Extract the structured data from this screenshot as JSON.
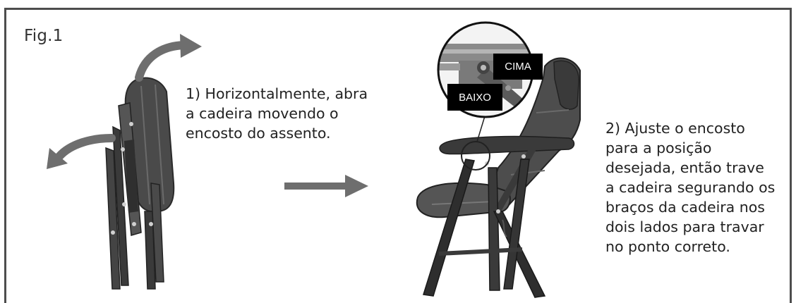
{
  "figure": {
    "label": "Fig.1"
  },
  "steps": [
    {
      "text": "1) Horizontalmente, abra\na cadeira movendo o\nencosto do assento."
    },
    {
      "text": "2) Ajuste o encosto\npara a posição\ndesejada, então trave\na cadeira segurando os\nbraços da cadeira nos\ndois lados para travar\nno ponto correto."
    }
  ],
  "callouts": {
    "up_label": "CIMA",
    "down_label": "BAIXO"
  },
  "colors": {
    "frame": "#4d4d4d",
    "arrow": "#6e6e6e",
    "chair_dark": "#3a3a3a",
    "chair_mid": "#5a5a5a",
    "label_bg": "#000000"
  },
  "icons": [
    "folded-chair-icon",
    "unfold-arrow-icon",
    "direction-arrow-icon",
    "reclining-chair-icon",
    "magnifier-callout-icon"
  ]
}
